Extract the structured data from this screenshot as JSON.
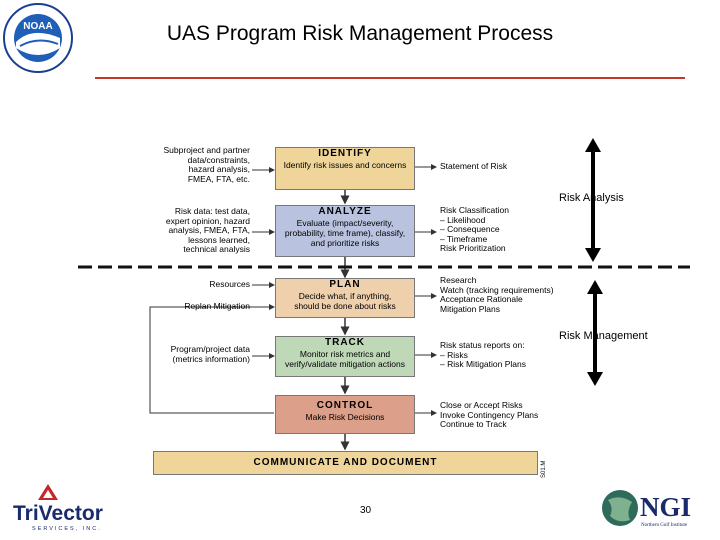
{
  "title": "UAS Program Risk Management Process",
  "page_number": "30",
  "logos": {
    "noaa": "NOAA",
    "trivector": "TriVector",
    "trivector_sub": "SERVICES, INC.",
    "ngi": "NGI",
    "ngi_sub": "Northern Gulf Institute"
  },
  "boxes": {
    "identify": {
      "title": "IDENTIFY",
      "desc": "Identify risk issues and concerns",
      "color": "#efd59a"
    },
    "analyze": {
      "title": "ANALYZE",
      "desc": "Evaluate (impact/severity,\nprobability, time frame), classify,\nand prioritize risks",
      "color": "#b9c3df"
    },
    "plan": {
      "title": "PLAN",
      "desc": "Decide what, if anything,\nshould be done about risks",
      "color": "#efd0ac"
    },
    "track": {
      "title": "TRACK",
      "desc": "Monitor risk metrics and\nverify/validate mitigation actions",
      "color": "#bfd9b8"
    },
    "control": {
      "title": "CONTROL",
      "desc": "Make Risk Decisions",
      "color": "#dc9f8a"
    },
    "communicate": {
      "title": "COMMUNICATE AND DOCUMENT",
      "color": "#efd59a"
    }
  },
  "inputs": {
    "identify": "Subproject and partner\ndata/constraints,\nhazard analysis,\nFMEA, FTA, etc.",
    "analyze": "Risk data: test data,\nexpert opinion, hazard\nanalysis, FMEA, FTA,\nlessons learned,\ntechnical analysis",
    "resources": "Resources",
    "replan": "Replan Mitigation",
    "track": "Program/project data\n(metrics information)"
  },
  "outputs": {
    "identify": "Statement of Risk",
    "analyze": "Risk Classification\n– Likelihood\n– Consequence\n– Timeframe\nRisk Prioritization",
    "plan": "Research\nWatch (tracking requirements)\nAcceptance Rationale\nMitigation Plans",
    "track": "Risk status reports on:\n– Risks\n– Risk Mitigation Plans",
    "control": "Close or Accept Risks\nInvoke Contingency Plans\nContinue to Track"
  },
  "side_labels": {
    "risk_analysis": "Risk Analysis",
    "risk_management": "Risk Management"
  },
  "figure_code": "S01.M"
}
